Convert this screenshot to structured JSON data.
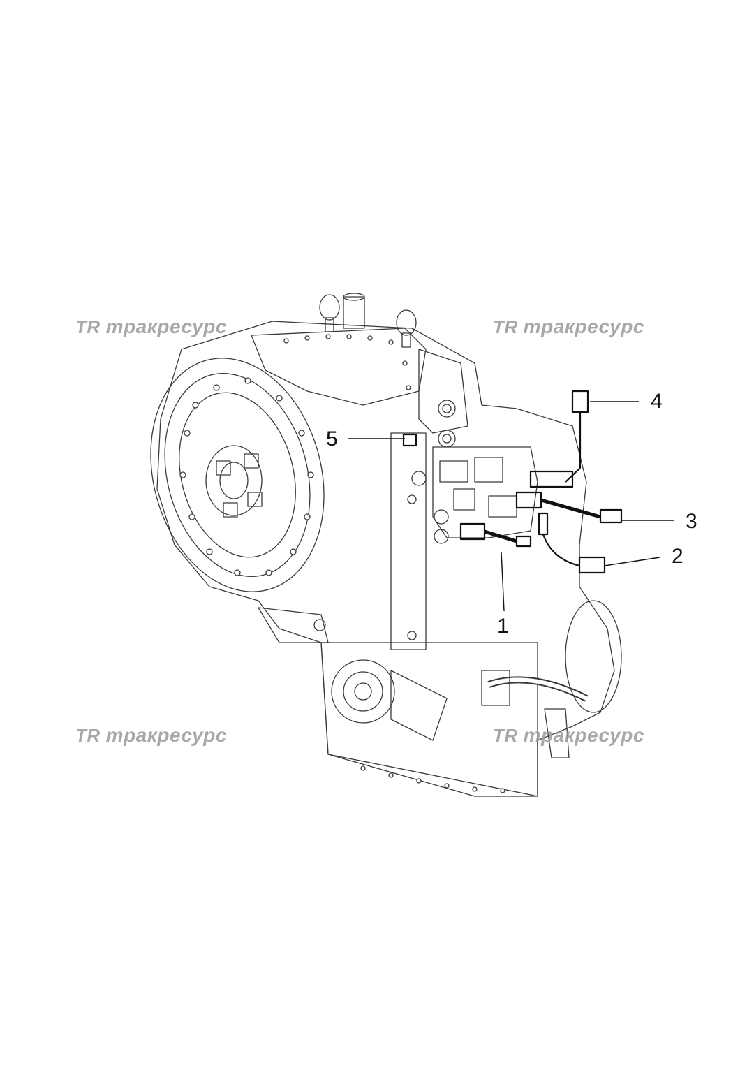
{
  "watermark": {
    "logo": "TR",
    "text": "тракресурс"
  },
  "callouts": [
    {
      "id": "1",
      "label": "1"
    },
    {
      "id": "2",
      "label": "2"
    },
    {
      "id": "3",
      "label": "3"
    },
    {
      "id": "4",
      "label": "4"
    },
    {
      "id": "5",
      "label": "5"
    }
  ],
  "colors": {
    "line": "#3a3a3a",
    "watermark": "#9a9a9a",
    "background": "#ffffff"
  }
}
